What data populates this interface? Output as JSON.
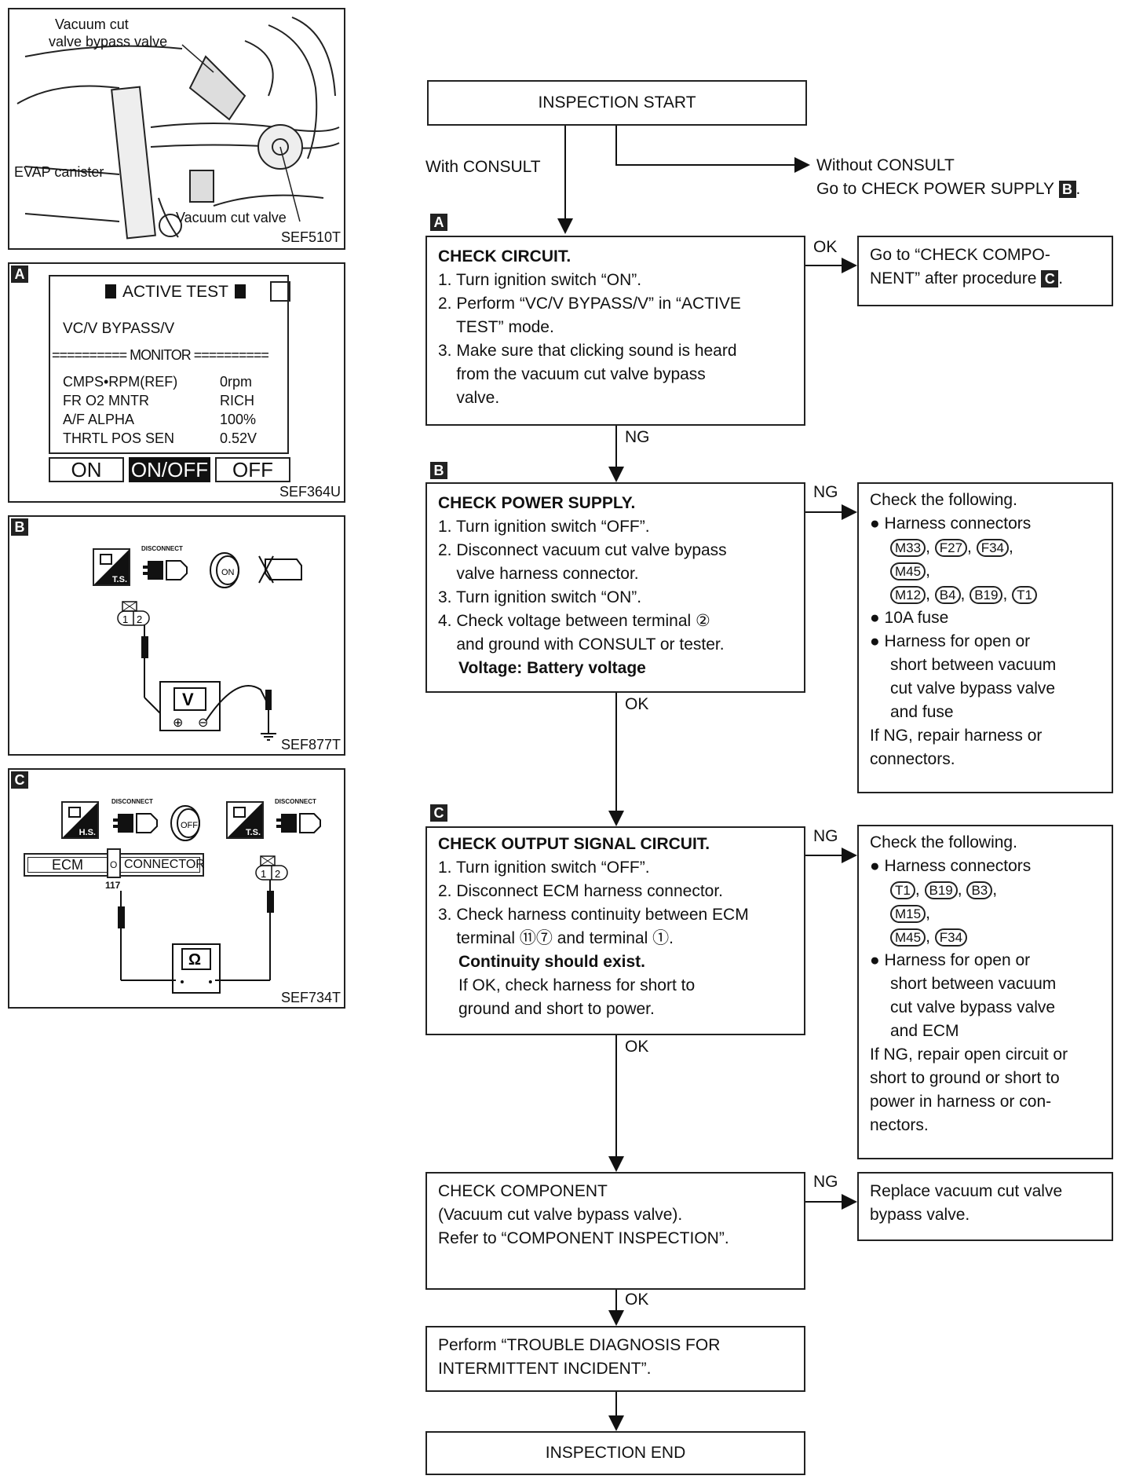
{
  "fig1": {
    "label_bypass_line1": "Vacuum cut",
    "label_bypass_line2": "valve bypass valve",
    "label_canister": "EVAP canister",
    "label_cut_valve": "Vacuum cut valve",
    "code": "SEF510T"
  },
  "figA": {
    "tag": "A",
    "screen_title": "ACTIVE TEST",
    "item": "VC/V  BYPASS/V",
    "monitor_header": "========== MONITOR ==========",
    "rows": [
      {
        "name": "CMPS•RPM(REF)",
        "value": "0rpm"
      },
      {
        "name": "FR O2 MNTR",
        "value": "RICH"
      },
      {
        "name": "A/F ALPHA",
        "value": "100%"
      },
      {
        "name": "THRTL POS SEN",
        "value": "0.52V"
      }
    ],
    "buttons": [
      "ON",
      "ON/OFF",
      "OFF"
    ],
    "code": "SEF364U"
  },
  "figB": {
    "tag": "B",
    "ts_label": "T.S.",
    "disconnect_label": "DISCONNECT",
    "on_label": "ON",
    "connector_pins": [
      "1",
      "2"
    ],
    "meter_label": "V",
    "code": "SEF877T"
  },
  "figC": {
    "tag": "C",
    "hs_label": "H.S.",
    "ts_label": "T.S.",
    "disconnect_label": "DISCONNECT",
    "off_label": "OFF",
    "ecm_label": "ECM",
    "connector_label": "CONNECTOR",
    "terminal": "117",
    "connector_pins": [
      "1",
      "2"
    ],
    "meter_label": "Ω",
    "code": "SEF734T"
  },
  "flow": {
    "start": "INSPECTION START",
    "with_consult": "With CONSULT",
    "without_line1": "Without CONSULT",
    "without_line2": "Go to CHECK POWER SUPPLY",
    "without_tag": "B",
    "stepA": {
      "tag": "A",
      "title": "CHECK CIRCUIT.",
      "lines": [
        "1. Turn ignition switch “ON”.",
        "2. Perform “VC/V BYPASS/V” in “ACTIVE",
        "    TEST” mode.",
        "3. Make sure that clicking sound is heard",
        "    from the vacuum cut valve bypass",
        "    valve."
      ],
      "ok": "OK",
      "ng": "NG",
      "ok_line1": "Go to “CHECK COMPO-",
      "ok_line2": "NENT” after procedure",
      "ok_tag": "C"
    },
    "stepB": {
      "tag": "B",
      "title": "CHECK POWER SUPPLY.",
      "lines": [
        "1. Turn ignition switch “OFF”.",
        "2. Disconnect vacuum cut valve bypass",
        "    valve harness connector.",
        "3. Turn ignition switch “ON”.",
        "4. Check voltage between terminal ②",
        "    and ground with CONSULT or tester."
      ],
      "spec": "Voltage: Battery voltage",
      "ok": "OK",
      "ng": "NG",
      "ng_title": "Check the following.",
      "ng_bullet1": "Harness connectors",
      "ng_conn1": [
        "M33",
        "F27",
        "F34"
      ],
      "ng_conn2": [
        "M45"
      ],
      "ng_conn3": [
        "M12",
        "B4",
        "B19",
        "T1"
      ],
      "ng_bullet2": "10A fuse",
      "ng_bullet3_lines": [
        "Harness for open or",
        "short between vacuum",
        "cut valve bypass valve",
        "and fuse"
      ],
      "ng_footer_lines": [
        "If NG, repair harness or",
        "connectors."
      ]
    },
    "stepC": {
      "tag": "C",
      "title": "CHECK OUTPUT SIGNAL CIRCUIT.",
      "lines": [
        "1. Turn ignition switch “OFF”.",
        "2. Disconnect ECM harness connector.",
        "3. Check harness continuity between ECM",
        "    terminal ⑪⑦ and terminal ①."
      ],
      "spec": "Continuity should exist.",
      "extra_lines": [
        "If OK, check harness for short to",
        "ground and short to power."
      ],
      "ok": "OK",
      "ng": "NG",
      "ng_title": "Check the following.",
      "ng_bullet1": "Harness connectors",
      "ng_conn1": [
        "T1",
        "B19",
        "B3"
      ],
      "ng_conn2": [
        "M15"
      ],
      "ng_conn3": [
        "M45",
        "F34"
      ],
      "ng_bullet2_lines": [
        "Harness for open or",
        "short between vacuum",
        "cut valve bypass valve",
        "and ECM"
      ],
      "ng_footer_lines": [
        "If NG, repair open circuit or",
        "short to ground or short to",
        "power in harness or con-",
        "nectors."
      ]
    },
    "stepD": {
      "lines": [
        "CHECK COMPONENT",
        "(Vacuum cut valve bypass valve).",
        "Refer to “COMPONENT INSPECTION”."
      ],
      "ok": "OK",
      "ng": "NG",
      "ng_lines": [
        "Replace vacuum cut valve",
        "bypass valve."
      ]
    },
    "stepE": {
      "lines": [
        "Perform “TROUBLE DIAGNOSIS FOR",
        "INTERMITTENT INCIDENT”."
      ]
    },
    "end": "INSPECTION END"
  }
}
